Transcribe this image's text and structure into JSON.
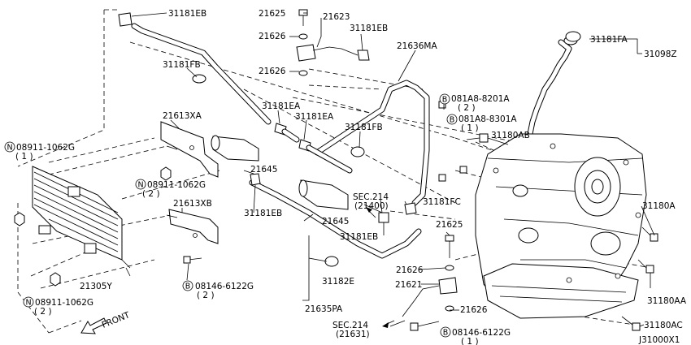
{
  "labels": {
    "l_31181EB_top": "31181EB",
    "l_21625_top": "21625",
    "l_21623": "21623",
    "l_21626_a": "21626",
    "l_31181EB_mid": "31181EB",
    "l_21626_b": "21626",
    "l_21636MA": "21636MA",
    "l_31181FA": "31181FA",
    "l_31098Z": "31098Z",
    "l_31181FB_left": "31181FB",
    "l_31181EA_1": "31181EA",
    "l_31181EA_2": "31181EA",
    "l_31181FB_mid": "31181FB",
    "l_081A8_8201A": "081A8-8201A",
    "l_081A8_8201A_qty": "( 2 )",
    "l_081A8_8301A": "081A8-8301A",
    "l_081A8_8301A_qty": "( 1 )",
    "l_31180AB": "31180AB",
    "l_21613XA": "21613XA",
    "l_N08911_top": "08911-1062G",
    "l_N08911_top_qty": "( 1 )",
    "l_21645_a": "21645",
    "l_N08911_mid": "08911-1062G",
    "l_N08911_mid_qty": "( 2 )",
    "l_SEC214_a": "SEC.214",
    "l_SEC214_a_sub": "(21400)",
    "l_31181FC": "31181FC",
    "l_31181EB_low": "31181EB",
    "l_21645_b": "21645",
    "l_21613XB": "21613XB",
    "l_31181EB_bot": "31181EB",
    "l_21625_bot": "21625",
    "l_31180A": "31180A",
    "l_21626_c": "21626",
    "l_31182E": "31182E",
    "l_B08146_left": "08146-6122G",
    "l_B08146_left_qty": "( 2 )",
    "l_21305Y": "21305Y",
    "l_21621": "21621",
    "l_31180AA": "31180AA",
    "l_21635PA": "21635PA",
    "l_21626_d": "21626",
    "l_N08911_bot": "08911-1062G",
    "l_N08911_bot_qty": "( 2 )",
    "l_SEC214_b": "SEC.214",
    "l_SEC214_b_sub": "(21631)",
    "l_B08146_bot": "08146-6122G",
    "l_B08146_bot_qty": "( 1 )",
    "l_31180AC": "31180AC",
    "l_FRONT": "FRONT",
    "l_J31000X1": "J31000X1"
  },
  "prefix_marks": {
    "N": "N",
    "B": "B"
  }
}
